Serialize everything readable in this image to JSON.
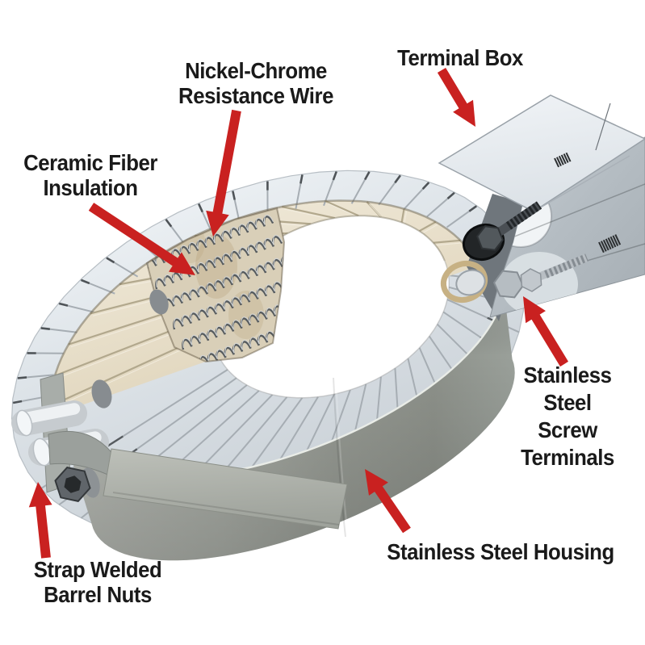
{
  "figure": {
    "type": "annotated-cutaway-diagram",
    "subject": "Ceramic band heater cutaway illustration",
    "background": "#ffffff",
    "colors": {
      "arrow": "#c92120",
      "label_text": "#1a1a1a",
      "housing_steel": "#989c95",
      "rim_tiles": "#e9edf1",
      "ceramic_tiles": "#e6dcc6",
      "terminal_box": "#d9dfe4",
      "resistance_wire": "#7e8384"
    },
    "labels": [
      {
        "id": "nickel-chrome-resistance-wire",
        "lines": [
          "Nickel-Chrome",
          "Resistance Wire"
        ]
      },
      {
        "id": "terminal-box",
        "lines": [
          "Terminal Box"
        ]
      },
      {
        "id": "ceramic-fiber-insulation",
        "lines": [
          "Ceramic Fiber",
          "Insulation"
        ]
      },
      {
        "id": "stainless-steel-screw-terminals",
        "lines": [
          "Stainless",
          "Steel",
          "Screw",
          "Terminals"
        ]
      },
      {
        "id": "stainless-steel-housing",
        "lines": [
          "Stainless Steel Housing"
        ]
      },
      {
        "id": "strap-welded-barrel-nuts",
        "lines": [
          "Strap Welded",
          "Barrel Nuts"
        ]
      }
    ]
  }
}
